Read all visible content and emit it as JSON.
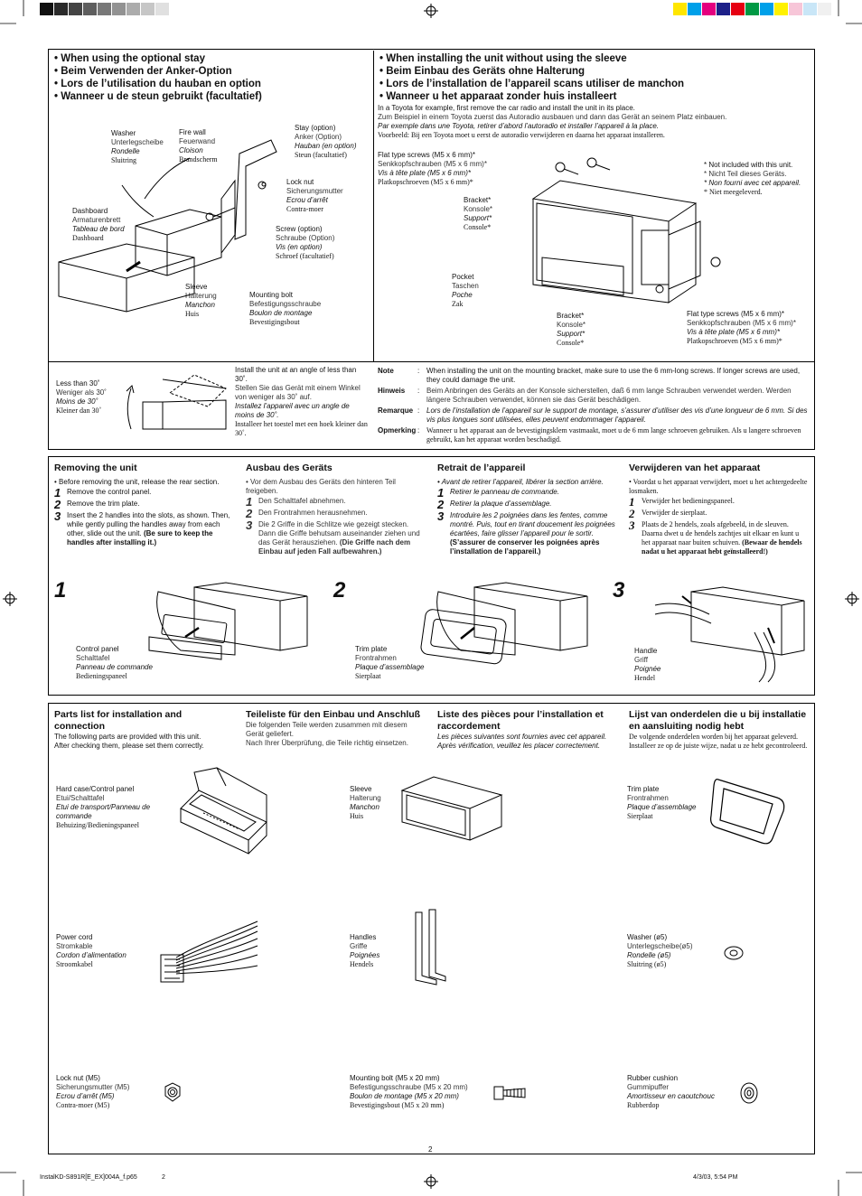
{
  "page_number": "2",
  "footer": {
    "file": "InstalKD-S891R[E_EX]004A_f.p65",
    "page": "2",
    "date": "4/3/03, 5:54 PM"
  },
  "colors": {
    "ink": "#111111",
    "border": "#000000",
    "bar_gray": [
      "#111111",
      "#2a2a2a",
      "#444444",
      "#5e5e5e",
      "#787878",
      "#929292",
      "#acacac",
      "#c6c6c6",
      "#e0e0e0",
      "#ffffff"
    ],
    "bar_color": [
      "#ffe600",
      "#00a0e9",
      "#e4007f",
      "#1d2088",
      "#e60012",
      "#009944",
      "#00a0e9",
      "#fff100",
      "#f7c6d8",
      "#c9e6f7",
      "#f0f0f0"
    ]
  },
  "stay_section": {
    "headings": [
      "When using the optional stay",
      "Beim Verwenden der Anker-Option",
      "Lors de l’utilisation du hauban en option",
      "Wanneer u de steun gebruikt (facultatief)"
    ],
    "labels": {
      "washer": [
        "Washer",
        "Unterlegscheibe",
        "Rondelle",
        "Sluitring"
      ],
      "firewall": [
        "Fire wall",
        "Feuerwand",
        "Cloison",
        "Brandscherm"
      ],
      "stay": [
        "Stay (option)",
        "Anker (Option)",
        "Hauban (en option)",
        "Steun (facultatief)"
      ],
      "locknut": [
        "Lock nut",
        "Sicherungsmutter",
        "Ecrou d’arrêt",
        "Contra-moer"
      ],
      "dashboard": [
        "Dashboard",
        "Armaturenbrett",
        "Tableau de bord",
        "Dashboard"
      ],
      "screw": [
        "Screw (option)",
        "Schraube (Option)",
        "Vis (en option)",
        "Schroef (facultatief)"
      ],
      "sleeve": [
        "Sleeve",
        "Halterung",
        "Manchon",
        "Huis"
      ],
      "bolt": [
        "Mounting bolt",
        "Befestigungsschraube",
        "Boulon de montage",
        "Bevestigingsbout"
      ]
    }
  },
  "nosleeve_section": {
    "headings": [
      "When installing the unit without using the sleeve",
      "Beim Einbau des Geräts ohne Halterung",
      "Lors de l’installation de l’appareil scans utiliser de manchon",
      "Wanneer u het apparaat zonder huis installeert"
    ],
    "intro": [
      "In a Toyota for example, first remove the car radio and install the unit in its place.",
      "Zum Beispiel in einem Toyota zuerst das Autoradio ausbauen und dann das Gerät an seinem Platz einbauen.",
      "Par exemple dans une Toyota, retirer d’abord l’autoradio et installer l’appareil à la place.",
      "Voorbeeld: Bij een Toyota moet u eerst de autoradio verwijderen en daarna het apparaat installeren."
    ],
    "labels": {
      "screws_top": [
        "Flat type screws (M5 x 6 mm)*",
        "Senkkopfschrauben (M5 x 6 mm)*",
        "Vis à tête plate (M5 x 6 mm)*",
        "Platkopschroeven (M5 x 6 mm)*"
      ],
      "not_included": [
        "* Not included with this unit.",
        "* Nicht Teil dieses Geräts.",
        "* Non fourni avec cet appareil.",
        "* Niet meegeleverd."
      ],
      "bracket_top": [
        "Bracket*",
        "Konsole*",
        "Support*",
        "Console*"
      ],
      "pocket": [
        "Pocket",
        "Taschen",
        "Poche",
        "Zak"
      ],
      "bracket_bottom": [
        "Bracket*",
        "Konsole*",
        "Support*",
        "Console*"
      ],
      "screws_bottom": [
        "Flat type screws (M5 x 6 mm)*",
        "Senkkopfschrauben (M5 x 6 mm)*",
        "Vis à tête plate (M5 x 6 mm)*",
        "Platkopschroeven (M5 x 6 mm)*"
      ]
    }
  },
  "angle_section": {
    "labels": [
      "Less than 30˚",
      "Weniger als 30˚",
      "Moins de 30˚",
      "Kleiner dan 30˚"
    ],
    "text": [
      "Install the unit at an angle of less than 30˚.",
      "Stellen Sie das Gerät mit einem Winkel von weniger als 30˚ auf.",
      "Installez l’appareil avec un angle de moins de 30˚.",
      "Installeer het toestel met een hoek kleiner dan 30˚."
    ]
  },
  "notes": [
    {
      "k": "Note",
      "t": "When installing the unit on the mounting bracket, make sure to use the 6 mm-long screws. If longer screws are used, they could damage the unit."
    },
    {
      "k": "Hinweis",
      "t": "Beim Anbringen des Geräts an der Konsole sicherstellen, daß 6 mm lange Schrauben verwendet werden. Werden längere Schrauben verwendet, können sie das Gerät beschädigen."
    },
    {
      "k": "Remarque",
      "t": "Lors de l’installation de l’appareil sur le support de montage, s’assurer d’utiliser des vis d’une longueur de 6 mm. Si des vis plus longues sont utilisées, elles peuvent endommager l’appareil."
    },
    {
      "k": "Opmerking",
      "t": "Wanneer u het apparaat aan de bevestigingsklem vastmaakt, moet u de 6 mm lange schroeven gebruiken. Als u langere schroeven gebruikt, kan het apparaat worden beschadigd."
    }
  ],
  "removing": [
    {
      "title": "Removing the unit",
      "pre": "Before removing the unit, release the rear section.",
      "steps": [
        "Remove the control panel.",
        "Remove the trim plate.",
        "Insert the 2 handles into the slots, as shown. Then, while gently pulling the handles away from each other, slide out the unit."
      ],
      "tail": "(Be sure to keep the handles after installing it.)"
    },
    {
      "title": "Ausbau des Geräts",
      "pre": "Vor dem Ausbau des Geräts den hinteren Teil freigeben.",
      "steps": [
        "Den Schalttafel abnehmen.",
        "Den Frontrahmen herausnehmen.",
        "Die 2 Griffe in die Schlitze wie gezeigt stecken. Dann die Griffe behutsam auseinander ziehen und das Gerät herausziehen."
      ],
      "tail": "(Die Griffe nach dem Einbau auf jeden Fall aufbewahren.)"
    },
    {
      "title": "Retrait de l’appareil",
      "pre": "Avant de retirer l’appareil, libérer la section arrière.",
      "steps": [
        "Retirer le panneau de commande.",
        "Retirer la plaque d’assemblage.",
        "Introduire les 2 poignées dans les fentes, comme montré. Puis, tout en tirant doucement les poignées écartées, faire glisser l’appareil pour le sortir."
      ],
      "tail": "(S’assurer de conserver les poignées après l’installation de l’appareil.)"
    },
    {
      "title": "Verwijderen van het apparaat",
      "pre": "Voordat u het apparaat verwijdert, moet u het achtergedeelte losmaken.",
      "steps": [
        "Verwijder het bedieningspaneel.",
        "Verwijder de sierplaat.",
        "Plaats de 2 hendels, zoals afgebeeld, in de sleuven. Daarna dwet u de hendels zachtjes uit elkaar en kunt u het apparaat naar buiten schuiven."
      ],
      "tail": "(Bewaar de hendels nadat u het apparaat hebt geïnstalleerd!)"
    }
  ],
  "figures": [
    {
      "num": "1",
      "label": [
        "Control panel",
        "Schalttafel",
        "Panneau de commande",
        "Bedieningspaneel"
      ]
    },
    {
      "num": "2",
      "label": [
        "Trim plate",
        "Frontrahmen",
        "Plaque d’assemblage",
        "Sierplaat"
      ]
    },
    {
      "num": "3",
      "label": [
        "Handle",
        "Griff",
        "Poignée",
        "Hendel"
      ]
    }
  ],
  "parts": {
    "headers": [
      {
        "title": "Parts list for installation and connection",
        "body": [
          "The following parts are provided with this unit.",
          "After checking them, please set them correctly."
        ]
      },
      {
        "title": "Teileliste für den Einbau und Anschluß",
        "body": [
          "Die folgenden Teile werden zusammen mit diesem Gerät geliefert.",
          "Nach Ihrer Überprüfung, die Teile richtig einsetzen."
        ]
      },
      {
        "title": "Liste des pièces pour l’installation et raccordement",
        "body": [
          "Les pièces suivantes sont fournies avec cet appareil.",
          "Après vérification, veuillez les placer correctement."
        ]
      },
      {
        "title": "Lijst van onderdelen die u bij installatie en aansluiting nodig hebt",
        "body": [
          "De volgende onderdelen worden bij het apparaat geleverd.",
          "Installeer ze op de juiste wijze, nadat u ze hebt gecontroleerd."
        ]
      }
    ],
    "items": [
      [
        "Hard case/Control panel",
        "Etui/Schalttafel",
        "Etui de transport/Panneau de commande",
        "Behuizing/Bedieningspaneel"
      ],
      [
        "Sleeve",
        "Halterung",
        "Manchon",
        "Huis"
      ],
      [
        "Trim plate",
        "Frontrahmen",
        "Plaque d’assemblage",
        "Sierplaat"
      ],
      [
        "Power cord",
        "Stromkable",
        "Cordon d’alimentation",
        "Stroomkabel"
      ],
      [
        "Handles",
        "Griffe",
        "Poignées",
        "Hendels"
      ],
      [
        "Washer (ø5)",
        "Unterlegscheibe(ø5)",
        "Rondelle (ø5)",
        "Sluitring (ø5)"
      ],
      [
        "Lock nut (M5)",
        "Sicherungsmutter (M5)",
        "Ecrou d’arrêt (M5)",
        "Contra-moer (M5)"
      ],
      [
        "Mounting bolt (M5 x 20 mm)",
        "Befestigungsschraube (M5 x 20 mm)",
        "Boulon de montage (M5 x 20 mm)",
        "Bevestigingsbout (M5 x 20 mm)"
      ],
      [
        "Rubber cushion",
        "Gummipuffer",
        "Amortisseur en caoutchouc",
        "Rubberdop"
      ]
    ]
  }
}
